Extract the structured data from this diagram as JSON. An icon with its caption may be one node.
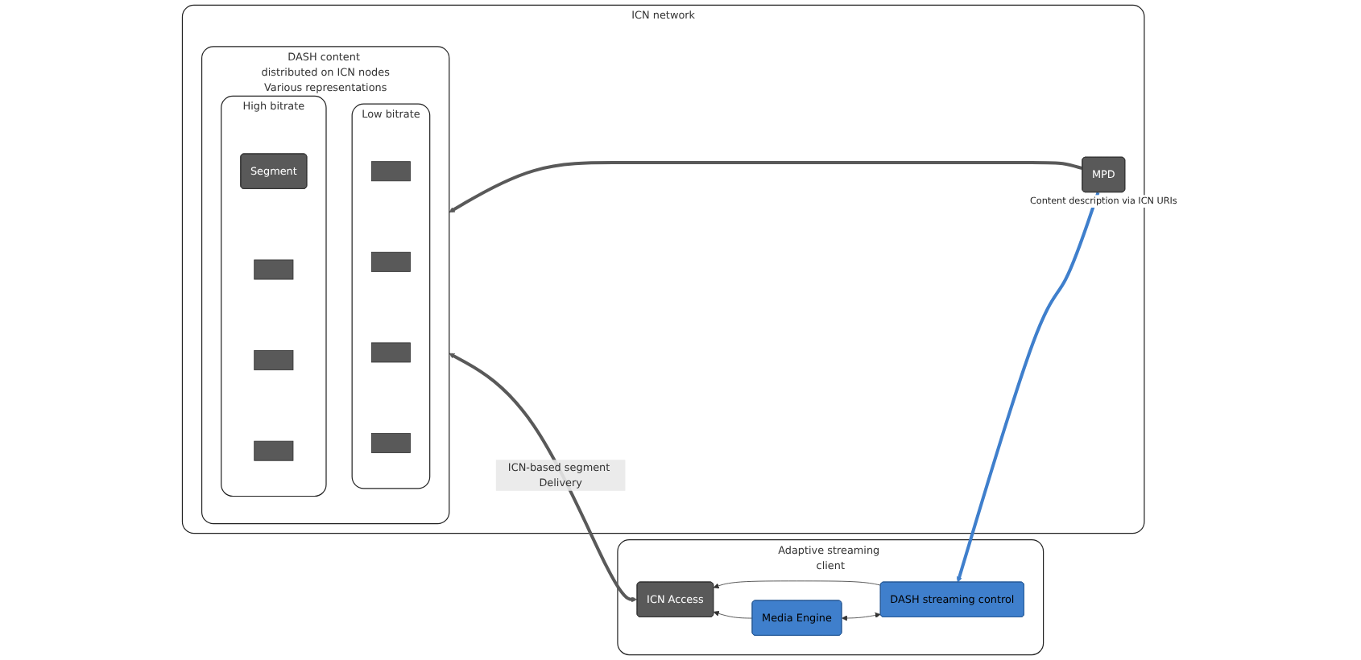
{
  "diagram": {
    "nodes": [
      {
        "text": [
          "ICN network"
        ]
      },
      {
        "text": [
          "DASH content distributed on ICN nodes",
          "Various representations"
        ],
        "in": 0
      },
      {
        "text": [
          "Low bitrate"
        ],
        "in": 1
      },
      {
        "text": [],
        "shape": "box",
        "in": 2
      },
      {
        "text": [],
        "shape": "box",
        "in": 2
      },
      {
        "text": [],
        "shape": "box",
        "in": 2
      },
      {
        "text": [],
        "shape": "box",
        "in": 2
      },
      {
        "text": [
          "High bitrate"
        ],
        "in": 1
      },
      {
        "text": [
          "Segment"
        ],
        "in": 7
      },
      {
        "text": [],
        "shape": "box",
        "in": 7
      },
      {
        "text": [],
        "shape": "box",
        "in": 7
      },
      {
        "text": [],
        "shape": "box",
        "in": 7
      },
      {
        "text": [
          "MPD"
        ],
        "in": 0,
        "beside": [
          "Content description via ICN URIs"
        ]
      },
      {
        "text": [
          "Adaptive streaming client"
        ]
      },
      {
        "text": [
          "DASH streaming control"
        ],
        "in": 13
      },
      {
        "text": [
          "Media Engine"
        ],
        "in": 13
      },
      {
        "text": [
          "ICN Access"
        ],
        "in": 13
      }
    ],
    "edges": [
      {
        "from": 12,
        "to": 1,
        "arrow": "to",
        "style": "thick",
        "color": "#595959"
      },
      {
        "from": 12,
        "to": 14,
        "arrow": "to",
        "style": "thick",
        "color": "#3f7fcc"
      },
      {
        "from": 14,
        "to": 15,
        "arrow": "both"
      },
      {
        "from": 14,
        "to": 16,
        "arrow": "to"
      },
      {
        "from": 15,
        "to": 16,
        "arrow": "to"
      },
      {
        "from": 16,
        "to": 1,
        "arrow": "both",
        "label": "ICN-based segment Delivery",
        "style": "thick",
        "color": "#595959"
      }
    ]
  }
}
